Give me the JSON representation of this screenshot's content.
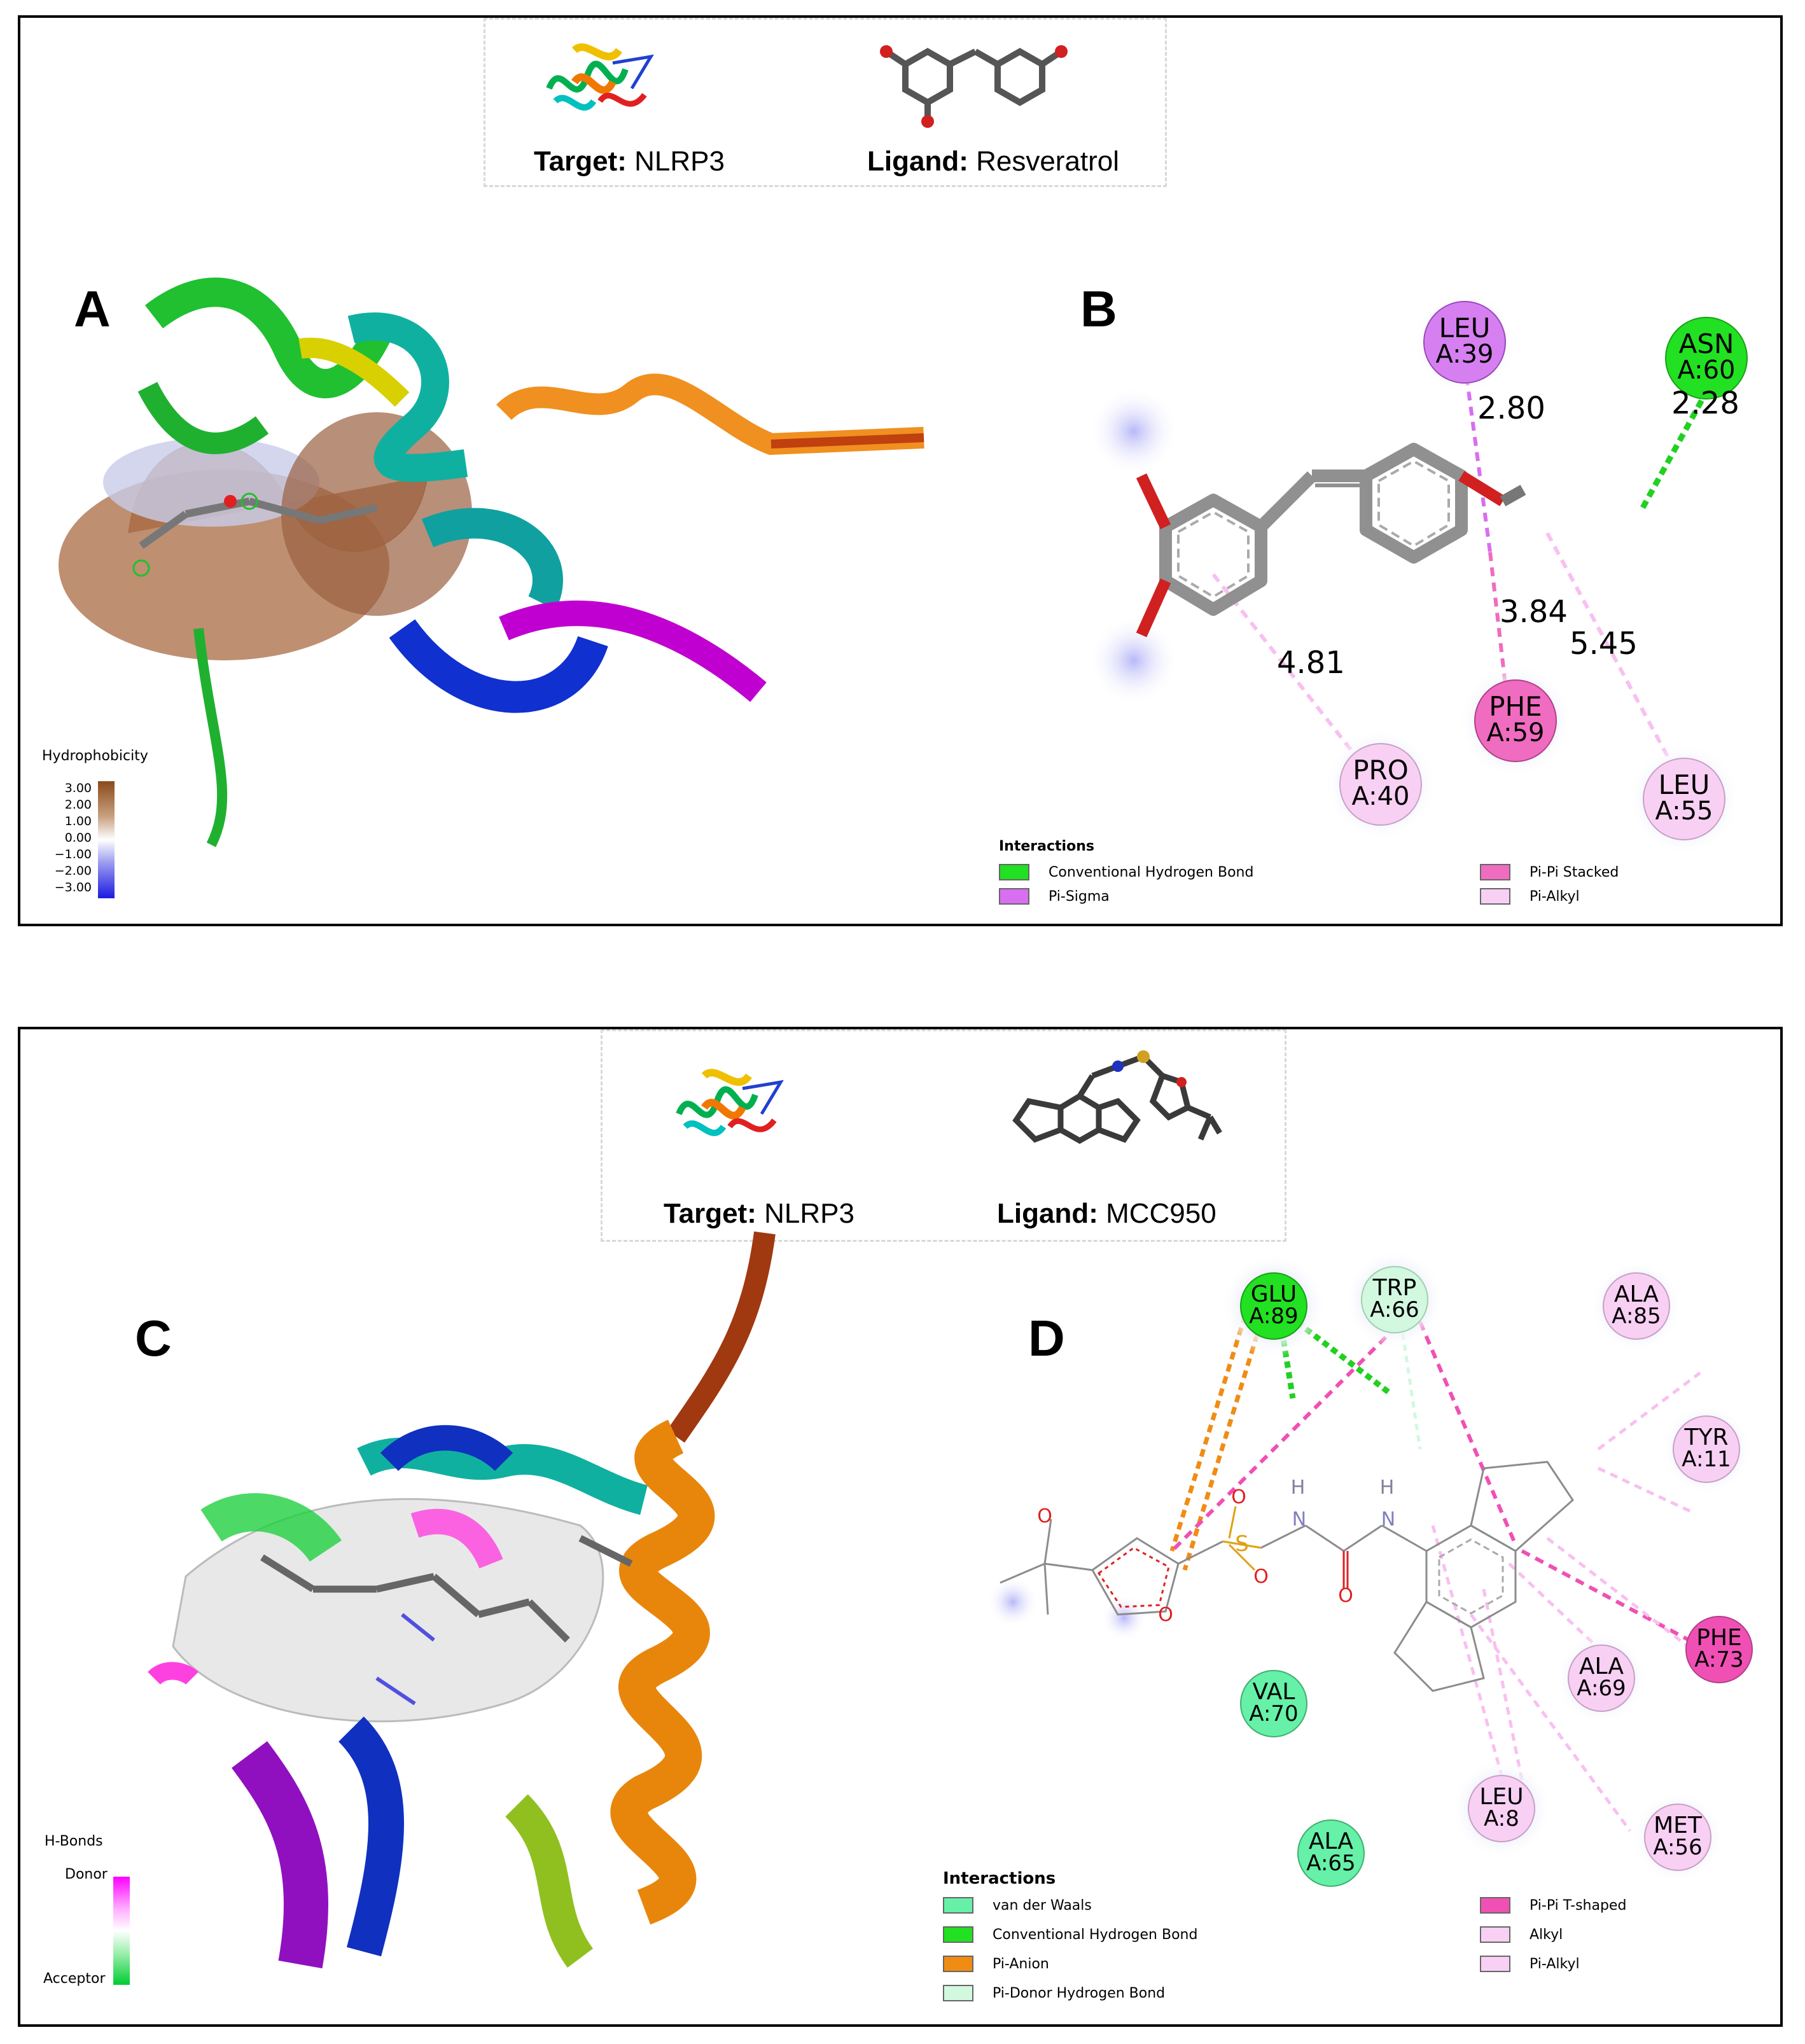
{
  "top": {
    "target_label": "Target:",
    "target_value": "NLRP3",
    "ligand_label": "Ligand:",
    "ligand_value": "Resveratrol",
    "panel_a_letter": "A",
    "panel_b_letter": "B",
    "hydrophobicity": {
      "title": "Hydrophobicity",
      "ticks": [
        "3.00",
        "2.00",
        "1.00",
        "0.00",
        "−1.00",
        "−2.00",
        "−3.00"
      ],
      "colors": {
        "high": "#8a4a1a",
        "mid": "#ffffff",
        "low": "#1a1ae0"
      }
    },
    "residues": [
      {
        "name": "LEU",
        "id": "A:39",
        "type": "pi-sigma"
      },
      {
        "name": "ASN",
        "id": "A:60",
        "type": "hbond"
      },
      {
        "name": "PHE",
        "id": "A:59",
        "type": "pi-pi-stacked"
      },
      {
        "name": "PRO",
        "id": "A:40",
        "type": "pi-alkyl"
      },
      {
        "name": "LEU",
        "id": "A:55",
        "type": "pi-alkyl"
      }
    ],
    "distances": [
      "2.80",
      "2.28",
      "3.84",
      "5.45",
      "4.81"
    ],
    "legend": {
      "title": "Interactions",
      "items": [
        {
          "label": "Conventional Hydrogen Bond",
          "color": "#22e022"
        },
        {
          "label": "Pi-Sigma",
          "color": "#d86ef0"
        },
        {
          "label": "Pi-Pi Stacked",
          "color": "#f06cc0"
        },
        {
          "label": "Pi-Alkyl",
          "color": "#f8d0f4"
        }
      ]
    }
  },
  "bottom": {
    "target_label": "Target:",
    "target_value": "NLRP3",
    "ligand_label": "Ligand:",
    "ligand_value": "MCC950",
    "panel_c_letter": "C",
    "panel_d_letter": "D",
    "hbonds_scale": {
      "title": "H-Bonds",
      "donor": "Donor",
      "acceptor": "Acceptor",
      "colors": {
        "donor": "#ff00ff",
        "acceptor": "#00cc33"
      }
    },
    "residues": [
      {
        "name": "GLU",
        "id": "A:89",
        "type": "hbond"
      },
      {
        "name": "TRP",
        "id": "A:66",
        "type": "pi-donor"
      },
      {
        "name": "ALA",
        "id": "A:85",
        "type": "alkyl"
      },
      {
        "name": "TYR",
        "id": "A:11",
        "type": "alkyl"
      },
      {
        "name": "PHE",
        "id": "A:73",
        "type": "pi-pi-t"
      },
      {
        "name": "ALA",
        "id": "A:69",
        "type": "alkyl"
      },
      {
        "name": "VAL",
        "id": "A:70",
        "type": "vdw"
      },
      {
        "name": "LEU",
        "id": "A:8",
        "type": "alkyl"
      },
      {
        "name": "MET",
        "id": "A:56",
        "type": "alkyl"
      },
      {
        "name": "ALA",
        "id": "A:65",
        "type": "vdw"
      }
    ],
    "atom_labels": {
      "h": "H",
      "n": "N",
      "o": "O",
      "s": "S"
    },
    "legend": {
      "title": "Interactions",
      "items": [
        {
          "label": "van der Waals",
          "color": "#66f0a8"
        },
        {
          "label": "Conventional Hydrogen Bond",
          "color": "#22e022"
        },
        {
          "label": "Pi-Anion",
          "color": "#f08c14"
        },
        {
          "label": "Pi-Donor Hydrogen Bond",
          "color": "#d2f8e0"
        },
        {
          "label": "Pi-Pi T-shaped",
          "color": "#f050b4"
        },
        {
          "label": "Alkyl",
          "color": "#f8d0f4"
        },
        {
          "label": "Pi-Alkyl",
          "color": "#f8d0f4"
        }
      ]
    }
  }
}
